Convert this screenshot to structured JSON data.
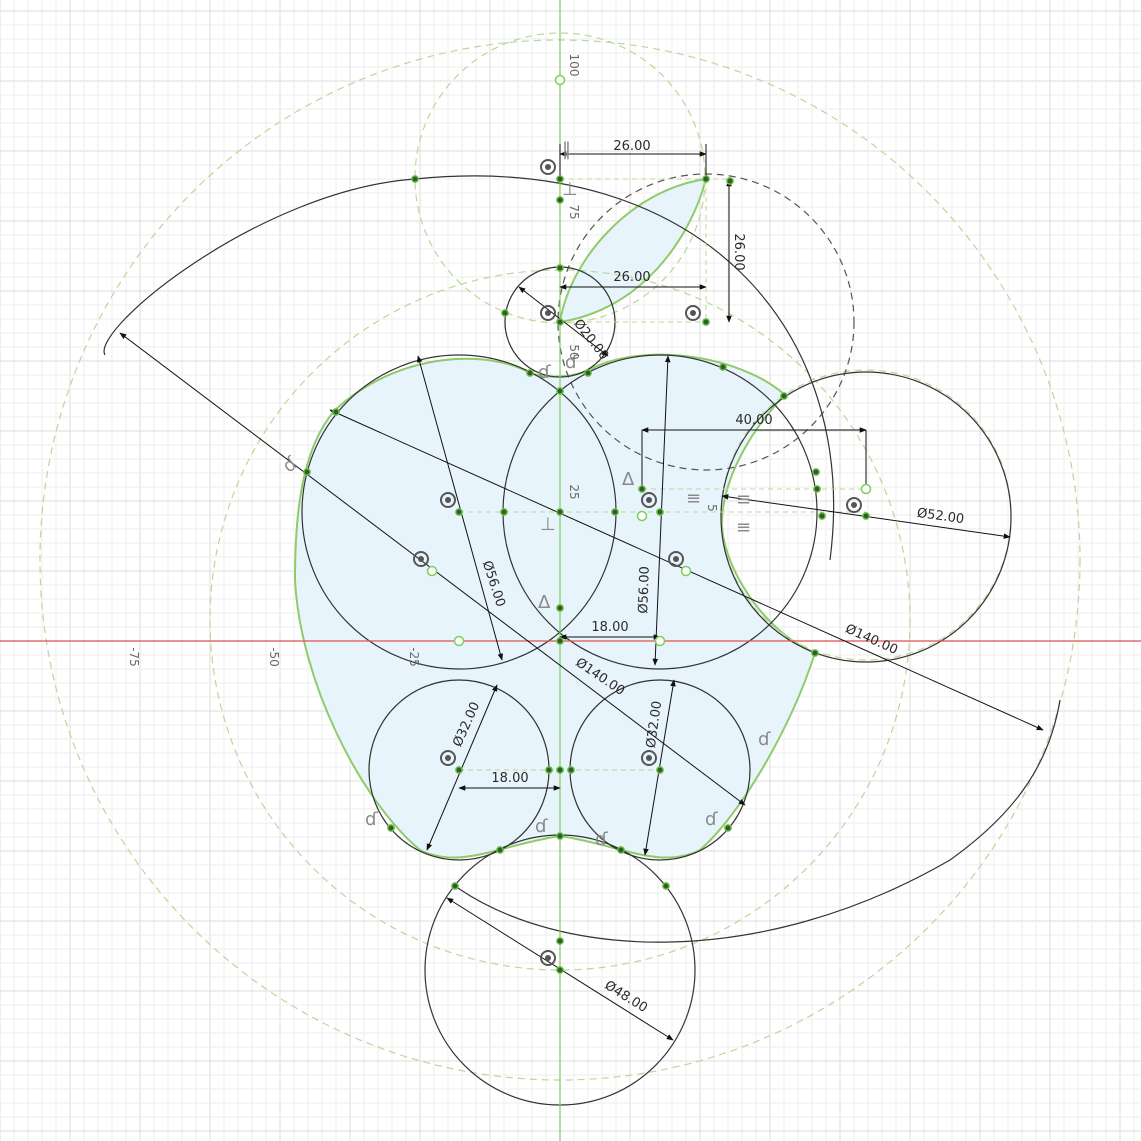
{
  "sketch": {
    "dimensions": {
      "stem_width_top": "26.00",
      "stem_width_mid": "26.00",
      "stem_height": "26.00",
      "small_circle_dia": "Ø20.00",
      "bite_offset": "40.00",
      "bite_dia": "Ø52.00",
      "upper_left_dia": "Ø56.00",
      "upper_right_dia": "Ø56.00",
      "center_offset": "18.00",
      "lower_offset": "18.00",
      "big_dia_a": "Ø140.00",
      "big_dia_b": "Ø140.00",
      "lower_left_dia": "Ø32.00",
      "lower_right_dia": "Ø32.00",
      "bottom_dia": "Ø48.00"
    },
    "axis_labels": {
      "x_neg75": "-75",
      "x_neg50": "-50",
      "x_neg25": "-25",
      "y_100": "100",
      "y_75": "75",
      "y_50": "50",
      "y_25": "25",
      "y_5": "5"
    },
    "colors": {
      "grid_minor": "#ededed",
      "grid_major": "#dcdcdc",
      "x_axis": "#e05050",
      "y_axis": "#7ccf5a",
      "profile_fill": "#e8f4fb",
      "profile_stroke": "#8fcb6a",
      "construction": "#b9d89a",
      "geometry": "#333333",
      "point": "#4a8a3a"
    }
  }
}
